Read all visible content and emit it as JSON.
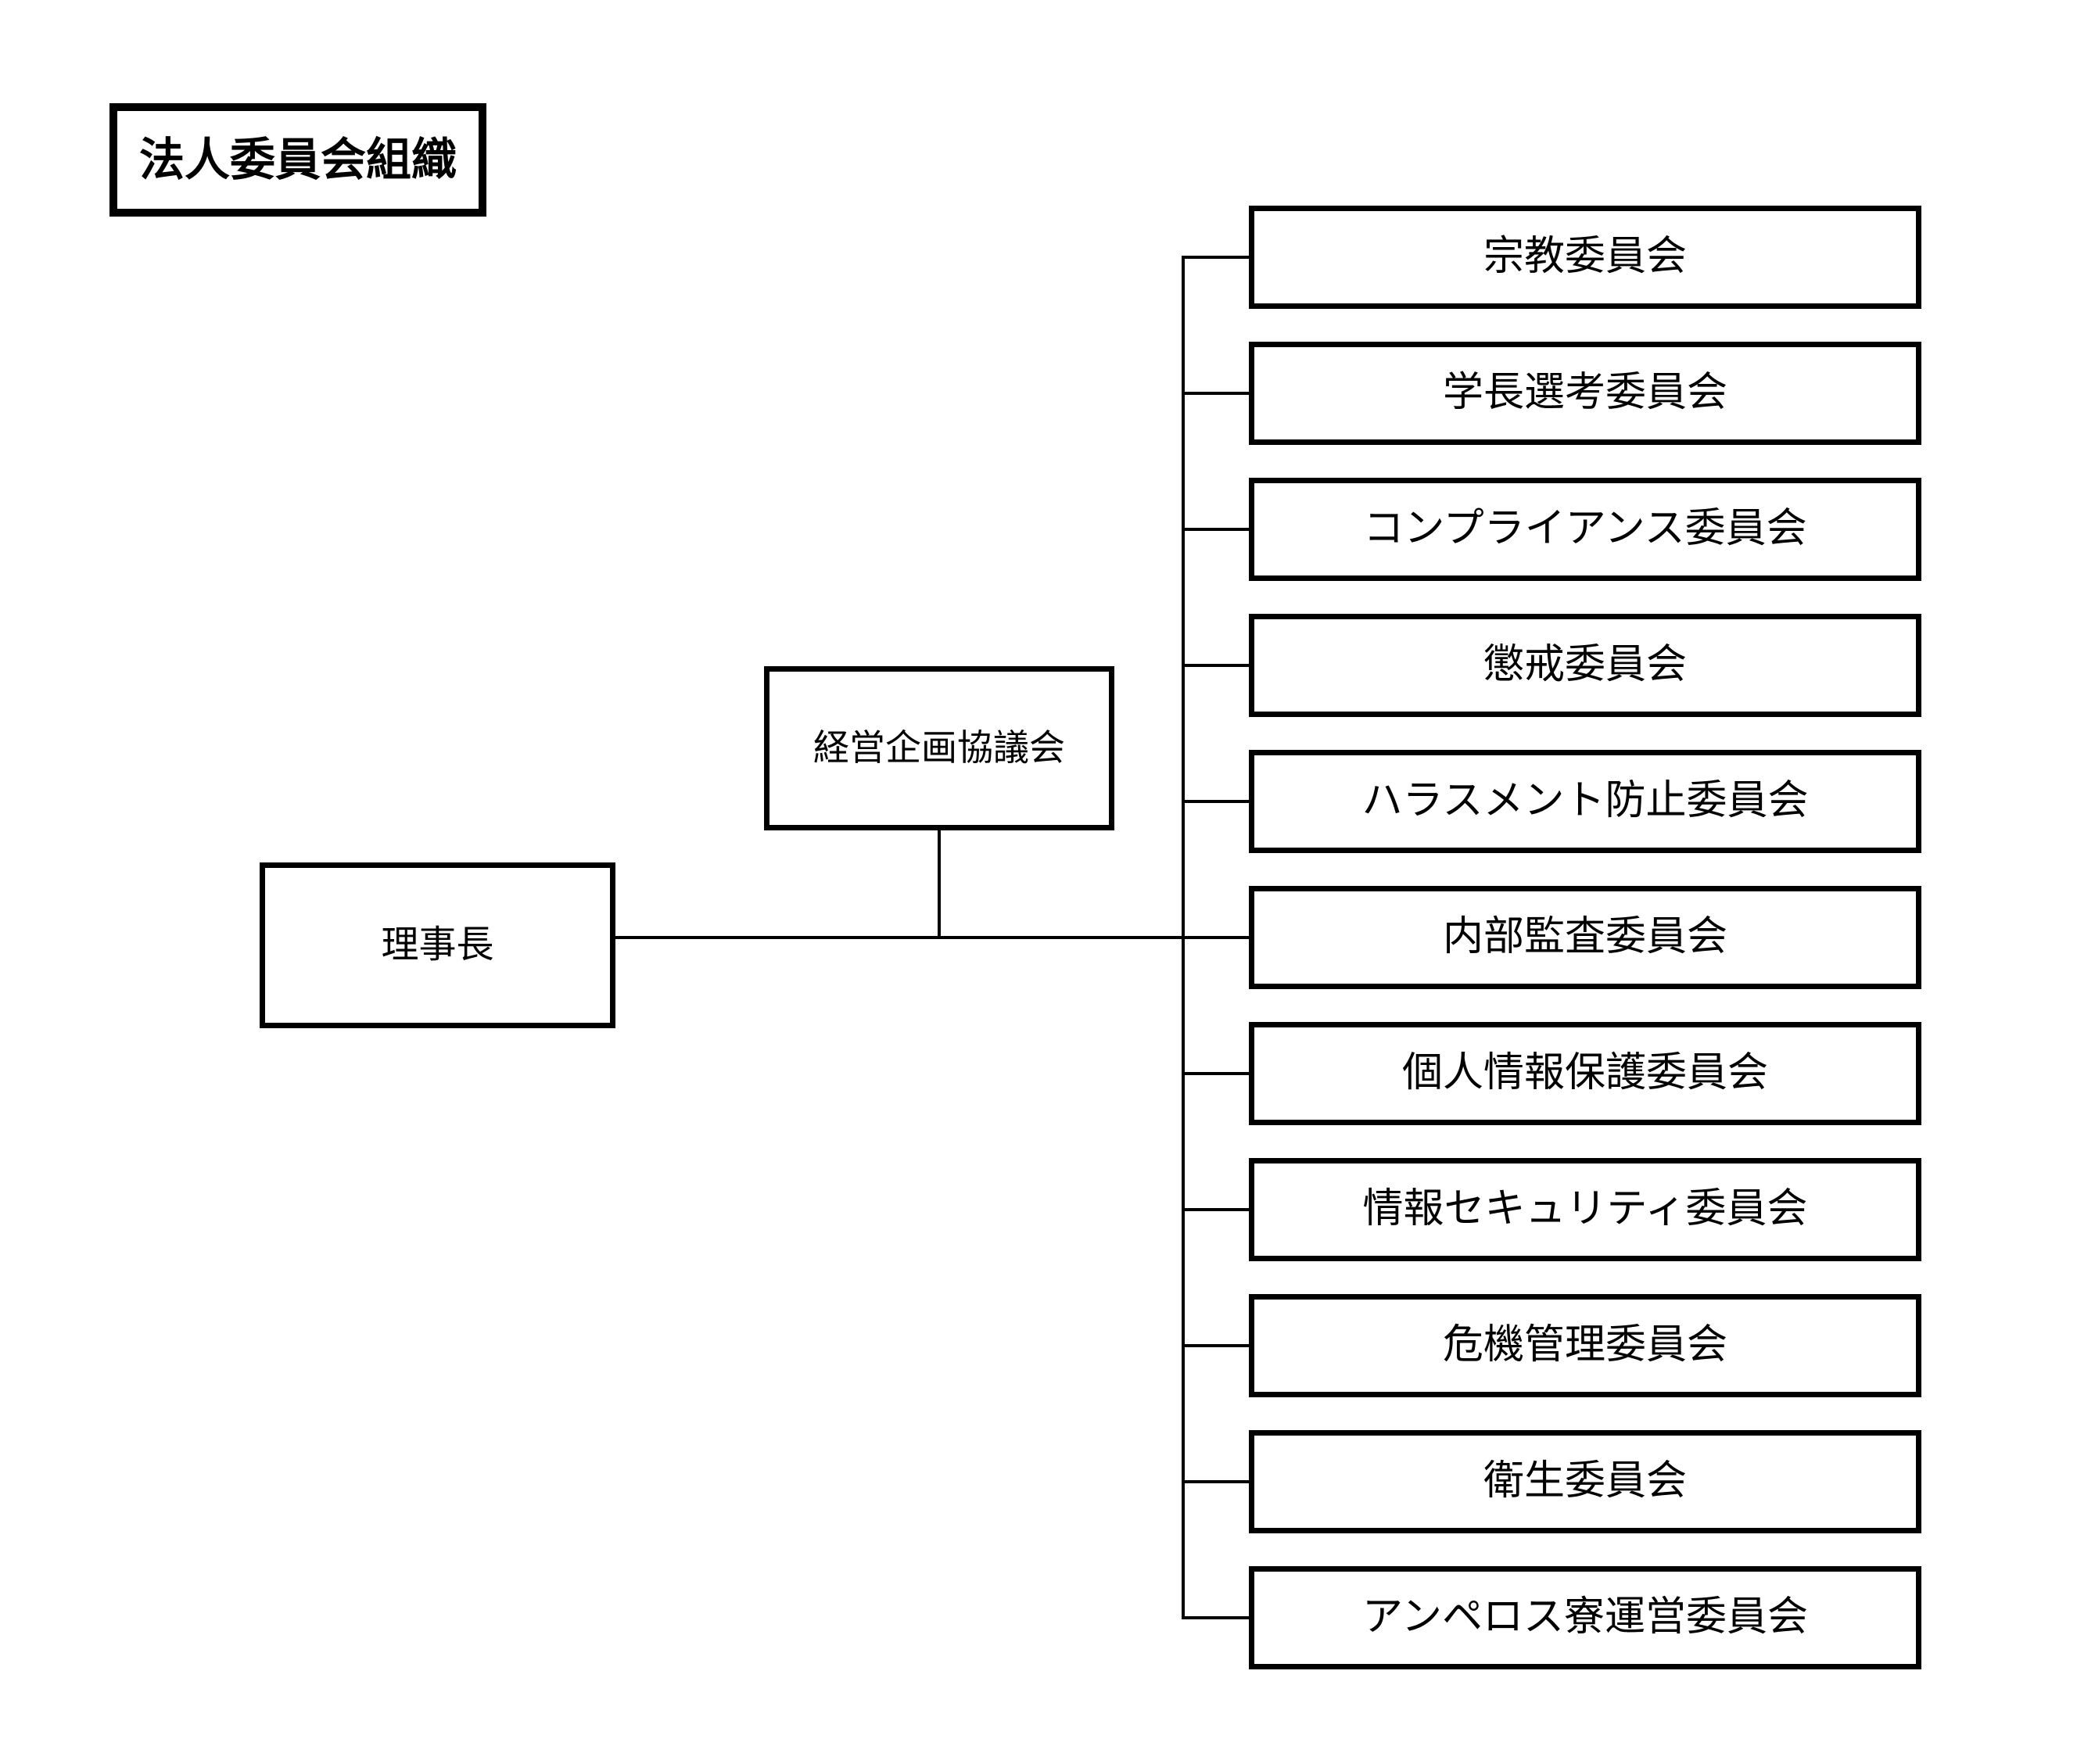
{
  "diagram": {
    "title": "法人委員会組織",
    "chairman": {
      "label": "理事長"
    },
    "council": {
      "label": "経営企画協議会"
    },
    "committees": [
      {
        "label": "宗教委員会"
      },
      {
        "label": "学長選考委員会"
      },
      {
        "label": "コンプライアンス委員会"
      },
      {
        "label": "懲戒委員会"
      },
      {
        "label": "ハラスメント防止委員会"
      },
      {
        "label": "内部監査委員会"
      },
      {
        "label": "個人情報保護委員会"
      },
      {
        "label": "情報セキュリティ委員会"
      },
      {
        "label": "危機管理委員会"
      },
      {
        "label": "衛生委員会"
      },
      {
        "label": "アンペロス寮運営委員会"
      }
    ]
  },
  "colors": {
    "background": "#ffffff",
    "border": "#000000",
    "text": "#000000",
    "connector": "#000000"
  }
}
